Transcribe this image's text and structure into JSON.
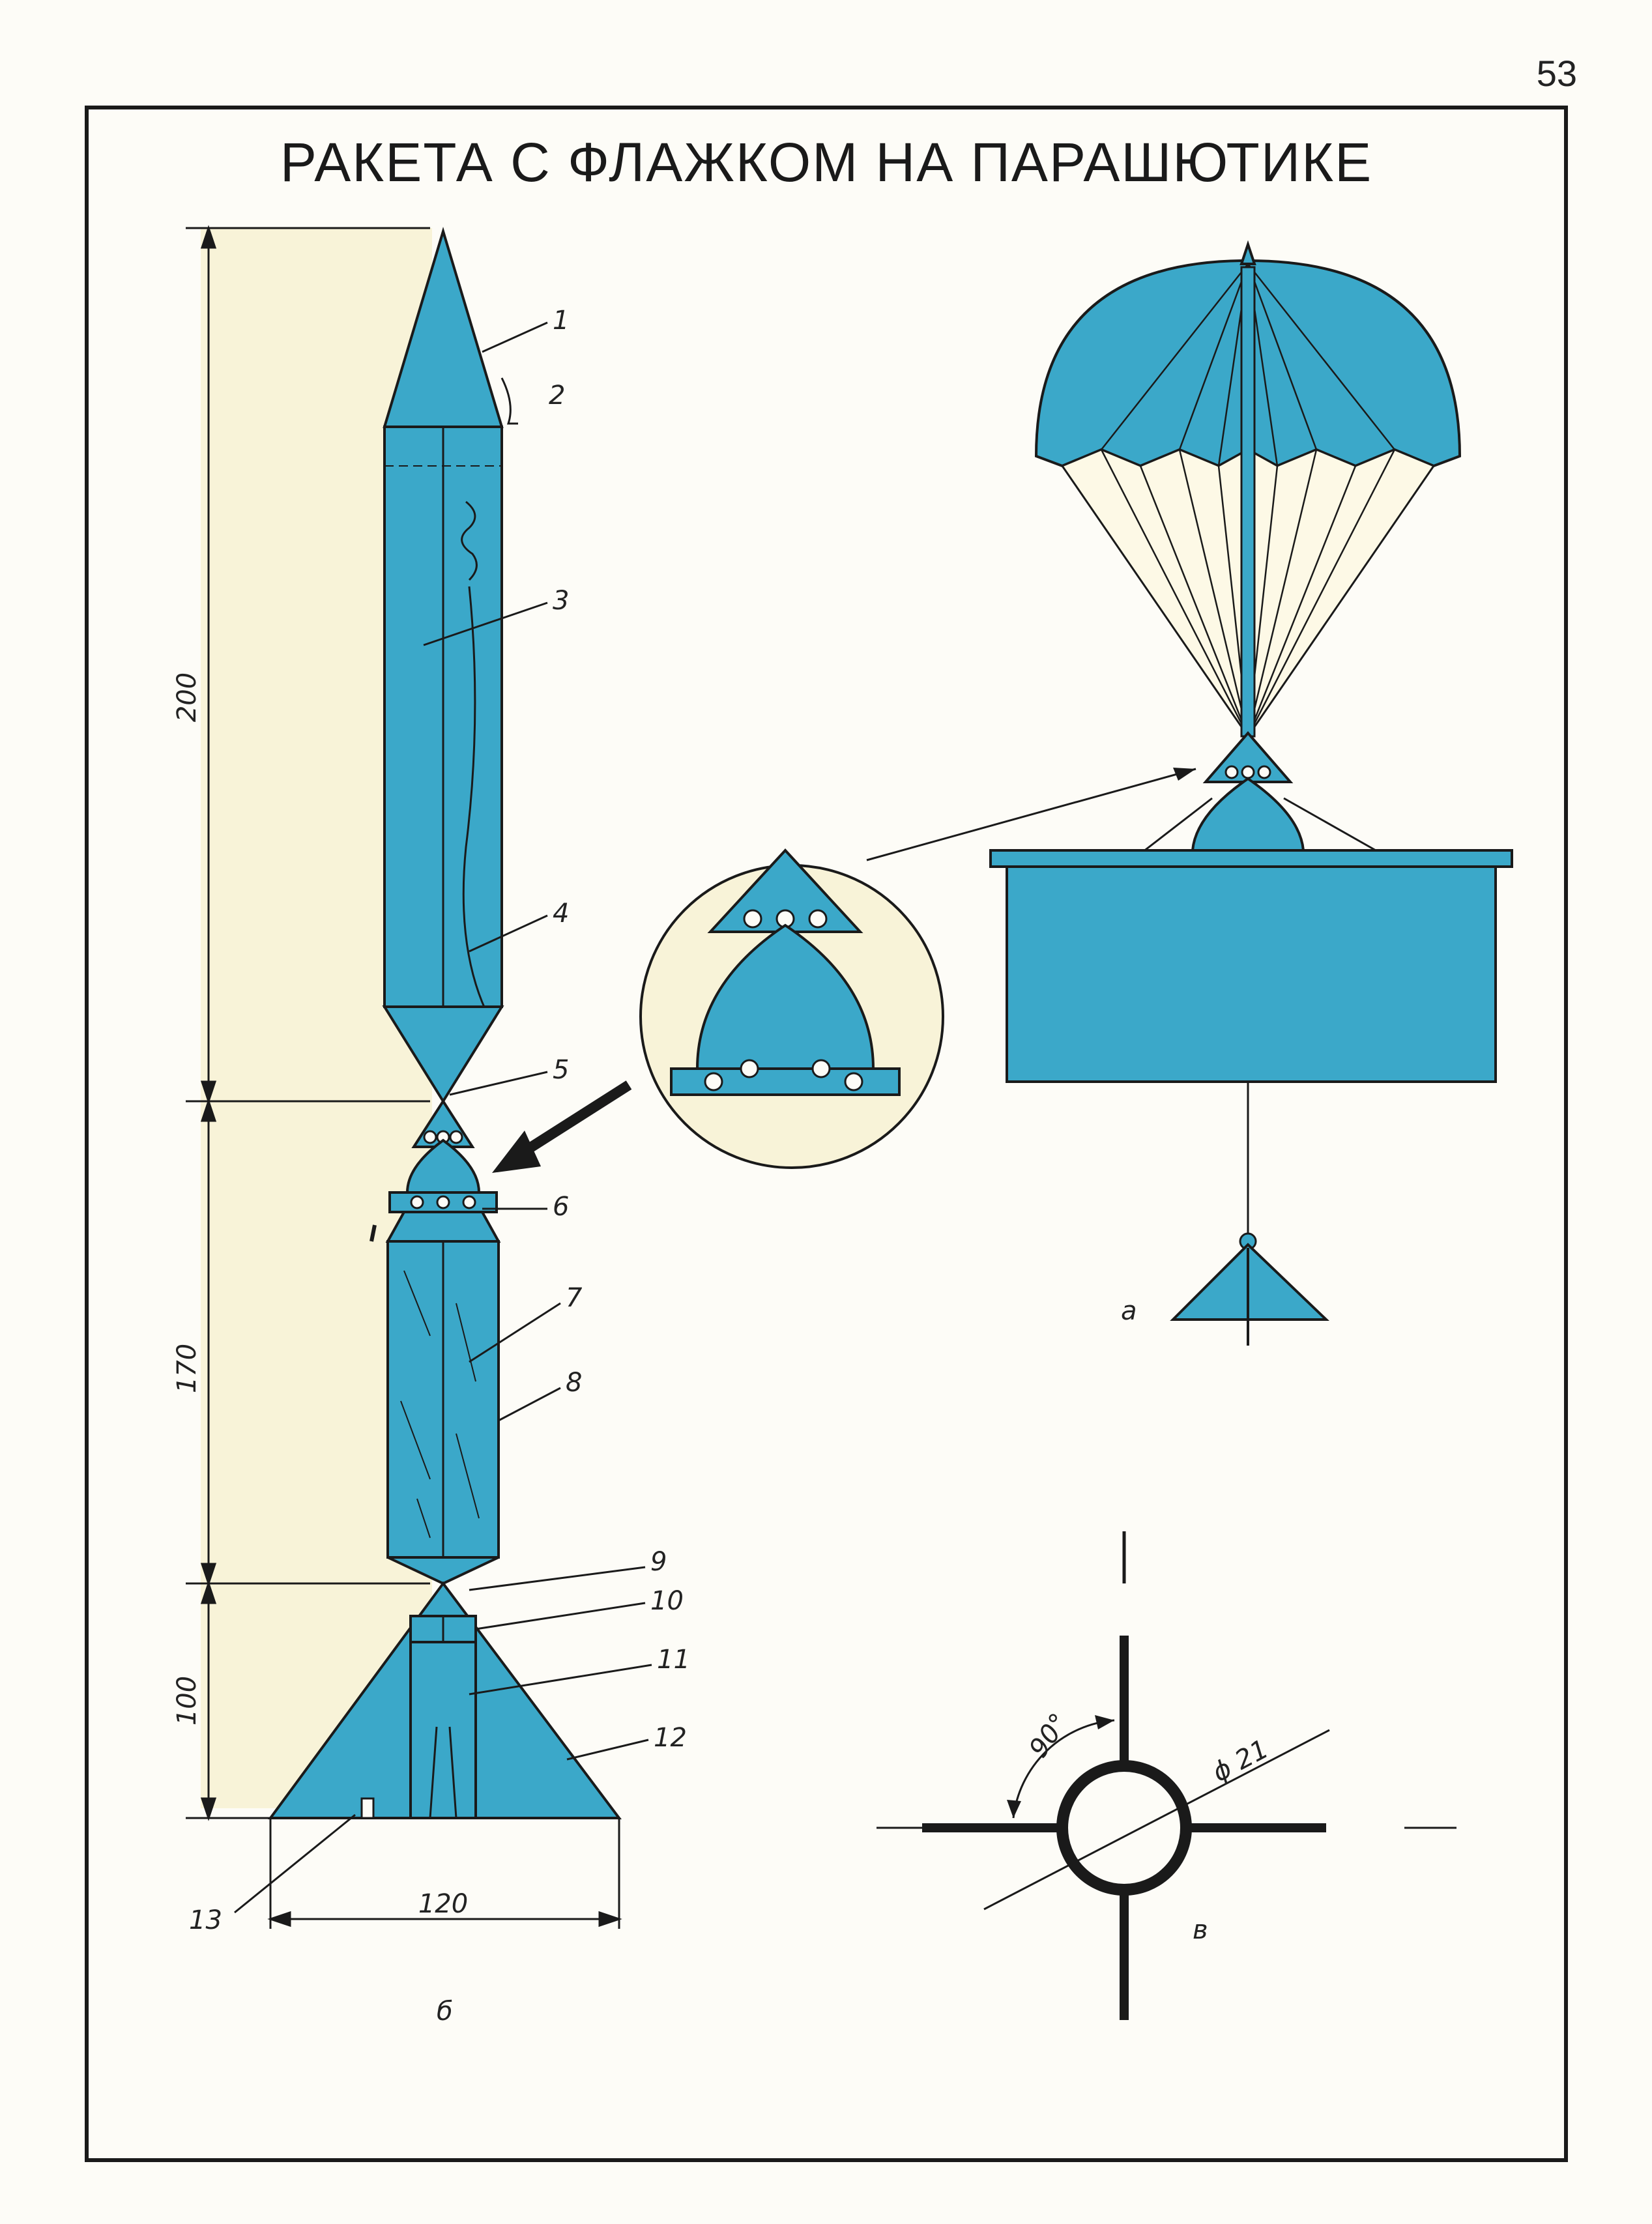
{
  "page_number": "53",
  "title": "РАКЕТА С ФЛАЖКОМ НА ПАРАШЮТИКЕ",
  "colors": {
    "part_fill": "#3ba8c9",
    "canopy_fill": "#fdf9e6",
    "dimension_band": "#f8f3d8",
    "ink": "#1a1a1a"
  },
  "callouts": [
    "1",
    "2",
    "3",
    "4",
    "5",
    "6",
    "7",
    "8",
    "9",
    "10",
    "11",
    "12",
    "13"
  ],
  "dimensions": {
    "upper": "200",
    "middle": "170",
    "lower": "100",
    "base_width": "120"
  },
  "view_labels": {
    "a": "а",
    "b": "б",
    "v": "в"
  },
  "cross_section": {
    "angle": "90°",
    "diameter": "ϕ 21"
  }
}
